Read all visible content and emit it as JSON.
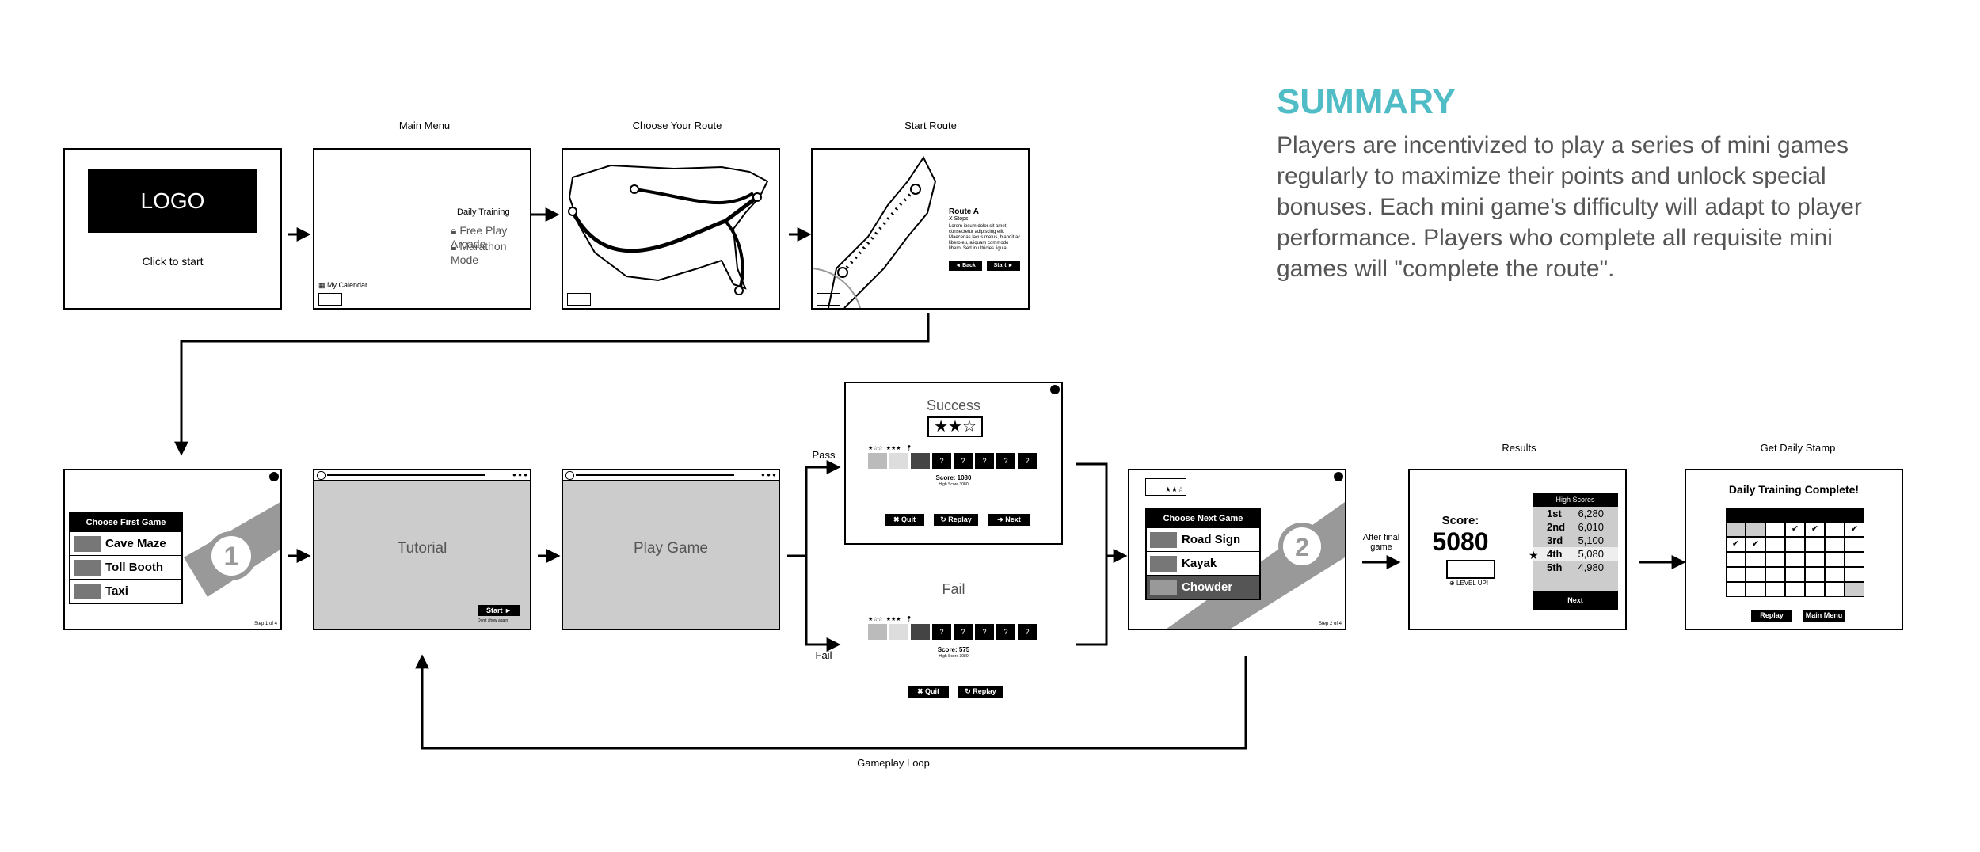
{
  "summary": {
    "title": "SUMMARY",
    "body": "Players are incentivized to play a series of mini games regularly to maximize their points and unlock special bonuses. Each mini game's difficulty will adapt to player performance. Players who complete all requisite mini games will \"complete the route\"."
  },
  "colors": {
    "accent": "#4fbcc6",
    "screen_gray": "#cccccc",
    "text_gray": "#555555"
  },
  "labels": {
    "main_menu": "Main Menu",
    "choose_route": "Choose Your Route",
    "start_route": "Start Route",
    "results": "Results",
    "get_daily_stamp": "Get Daily Stamp",
    "pass": "Pass",
    "fail": "Fail",
    "after_final_game": "After final game",
    "gameplay_loop": "Gameplay Loop"
  },
  "title_screen": {
    "logo": "LOGO",
    "click_to_start": "Click to start"
  },
  "main_menu_screen": {
    "items": [
      "Daily Training",
      "Free Play Arcade",
      "Marathon Mode"
    ],
    "calendar": "My Calendar"
  },
  "start_route_screen": {
    "route_name": "Route A",
    "route_sub": "X Stops",
    "route_desc": "Lorem ipsum dolor sit amet, consectetur adipiscing elit. Maecenas lacus metus, blandit ac libero eu, aliquam commodo libero. Sed in ultricies ligula.",
    "back": "Back",
    "start": "Start"
  },
  "choose_first_screen": {
    "header": "Choose First Game",
    "games": [
      "Cave Maze",
      "Toll Booth",
      "Taxi"
    ],
    "badge": "1",
    "step": "Step 1 of 4"
  },
  "tutorial_screen": {
    "title": "Tutorial",
    "start": "Start",
    "dont_show": "Don't show again"
  },
  "play_screen": {
    "title": "Play Game"
  },
  "success_screen": {
    "title": "Success",
    "stars_filled": 2,
    "stars_total": 3,
    "score": "Score: 1080",
    "high_score": "High Score 3080",
    "quit": "Quit",
    "replay": "Replay",
    "next": "Next"
  },
  "fail_screen": {
    "title": "Fail",
    "score": "Score: 575",
    "high_score": "High Score 3080",
    "quit": "Quit",
    "replay": "Replay"
  },
  "choose_next_screen": {
    "header": "Choose Next Game",
    "games": [
      "Road Sign",
      "Kayak",
      "Chowder"
    ],
    "badge": "2",
    "step": "Step 2 of 4"
  },
  "results_screen": {
    "score_label": "Score:",
    "score": "5080",
    "level_up": "LEVEL UP!",
    "high_scores_header": "High Scores",
    "high_scores": [
      {
        "rank": "1st",
        "score": "6,280"
      },
      {
        "rank": "2nd",
        "score": "6,010"
      },
      {
        "rank": "3rd",
        "score": "5,100"
      },
      {
        "rank": "4th",
        "score": "5,080"
      },
      {
        "rank": "5th",
        "score": "4,980"
      }
    ],
    "next": "Next"
  },
  "stamp_screen": {
    "title": "Daily Training Complete!",
    "replay": "Replay",
    "main_menu": "Main Menu"
  }
}
